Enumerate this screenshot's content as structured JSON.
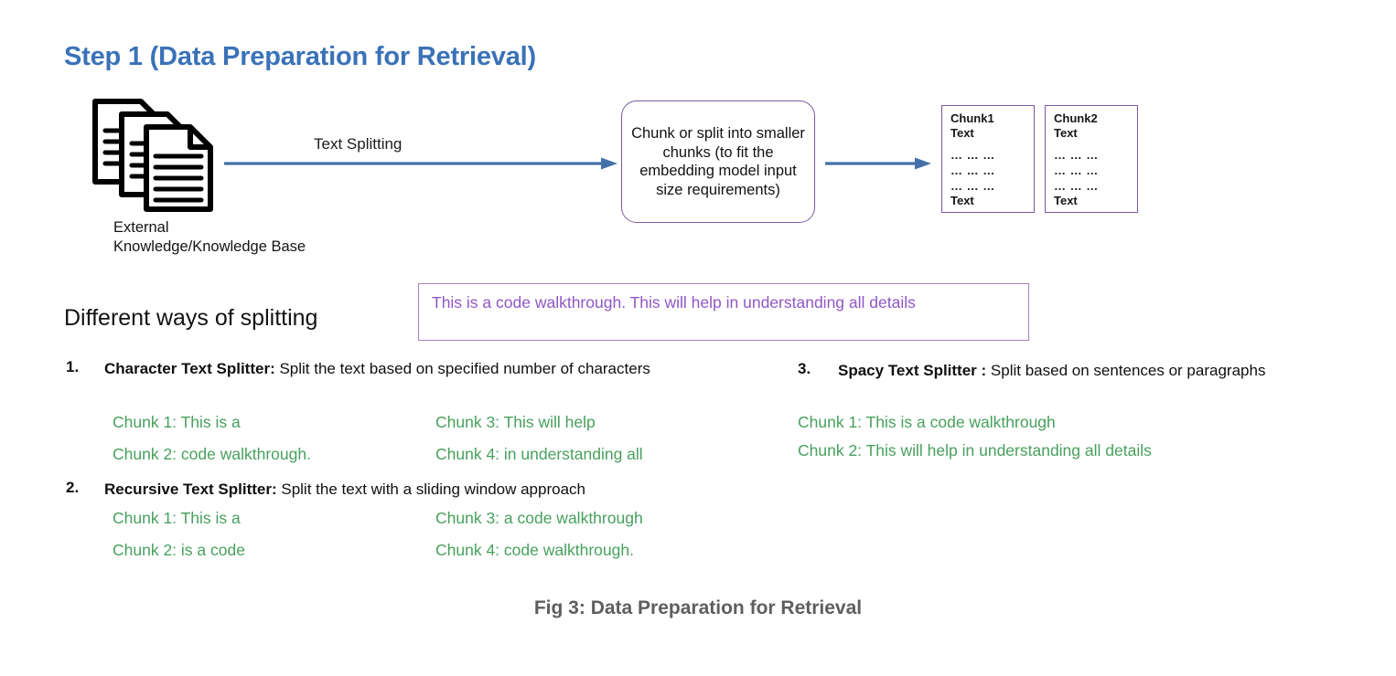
{
  "colors": {
    "title_blue": "#3a72b8",
    "arrow_blue": "#4472a8",
    "box_purple": "#7a5ba6",
    "callout_purple_text": "#9157c4",
    "callout_purple_border": "#a87fc9",
    "chunk_green": "#48a05e",
    "caption_gray": "#5e5e5e",
    "body_black": "#101010",
    "background": "#ffffff"
  },
  "title": "Step 1 (Data Preparation for Retrieval)",
  "flow": {
    "source_icon": "stacked-documents-icon",
    "source_label": "External Knowledge/Knowledge Base",
    "arrow1_label": "Text Splitting",
    "arrow1_icon": "right-arrow-icon",
    "arrow2_icon": "right-arrow-icon",
    "process_box_text": "Chunk or split into smaller chunks (to fit the embedding model input size requirements)",
    "chunk_boxes": [
      {
        "title": "Chunk1",
        "first_text": "Text",
        "dots": [
          "… … …",
          "… … …",
          "… … …"
        ],
        "last_text": "Text"
      },
      {
        "title": "Chunk2",
        "first_text": "Text",
        "dots": [
          "… … …",
          "… … …",
          "… … …"
        ],
        "last_text": "Text"
      }
    ]
  },
  "ways_heading": "Different ways of splitting",
  "callout": {
    "text": "This is a code walkthrough. This will help in understanding all details"
  },
  "splitters": [
    {
      "number": "1.",
      "name": "Character Text Splitter:",
      "description": " Split the text based on specified number of characters",
      "chunks_col1": [
        "Chunk 1: This is a",
        "Chunk 2: code walkthrough."
      ],
      "chunks_col2": [
        "Chunk 3: This will help",
        "Chunk 4: in understanding all"
      ]
    },
    {
      "number": "2.",
      "name": "Recursive Text Splitter:",
      "description": " Split the text with a sliding window approach",
      "chunks_col1": [
        "Chunk 1: This is a",
        "Chunk 2: is a code"
      ],
      "chunks_col2": [
        "Chunk 3: a code walkthrough",
        "Chunk 4: code walkthrough."
      ]
    },
    {
      "number": "3.",
      "name": "Spacy Text Splitter :",
      "description": " Split based on sentences or paragraphs",
      "chunks_col1": [
        "Chunk 1: This is a code walkthrough",
        "Chunk 2: This will help in understanding all details"
      ],
      "chunks_col2": []
    }
  ],
  "caption": "Fig 3: Data Preparation for Retrieval"
}
